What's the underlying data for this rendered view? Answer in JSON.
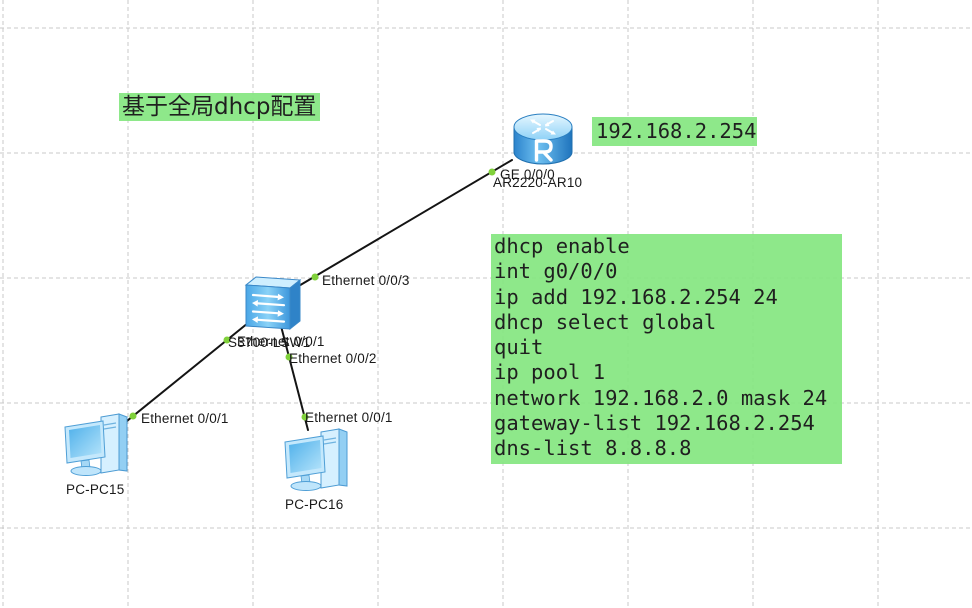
{
  "notes": {
    "title": "基于全局dhcp配置",
    "router_ip": "192.168.2.254",
    "dhcp_config": [
      "dhcp enable",
      "int g0/0/0",
      "ip add 192.168.2.254 24",
      "dhcp select global",
      "quit",
      "ip pool 1",
      "network 192.168.2.0 mask 24",
      "gateway-list 192.168.2.254",
      "dns-list 8.8.8.8"
    ]
  },
  "devices": {
    "router": {
      "name": "AR2220-AR10",
      "icon": "router-icon",
      "port": "GE 0/0/0"
    },
    "switch": {
      "name": "S3700-LSW1",
      "icon": "switch-icon",
      "ports": [
        "Ethernet 0/0/3",
        "Ethernet 0/0/1",
        "Ethernet 0/0/2"
      ]
    },
    "pc15": {
      "name": "PC-PC15",
      "icon": "pc-icon",
      "port": "Ethernet 0/0/1"
    },
    "pc16": {
      "name": "PC-PC16",
      "icon": "pc-icon",
      "port": "Ethernet 0/0/1"
    }
  },
  "canvas": {
    "grid": true
  },
  "colors": {
    "canvas_bg": "#ffffff",
    "grid_line": "#c9c9c9",
    "note_fill": "#82e67de6",
    "note_text": "#1f1f1f",
    "link": "#141414",
    "port_status": "#80d13b",
    "device_blue": "#3a98dc"
  }
}
